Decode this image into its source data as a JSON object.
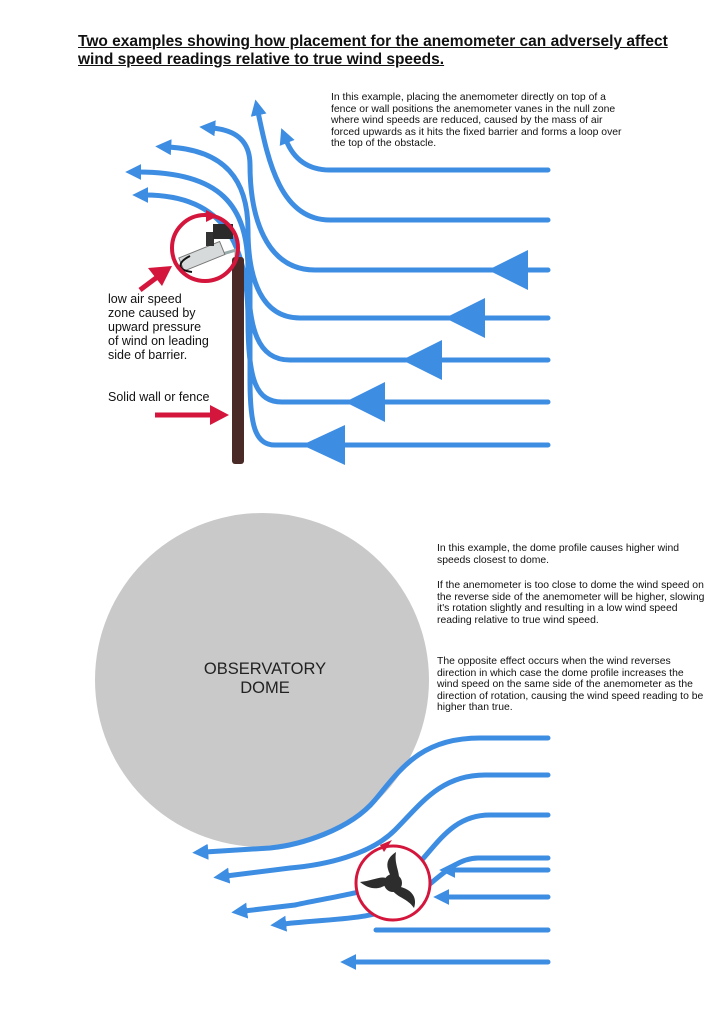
{
  "title": "Two examples showing how placement for the anemometer can adversely affect wind speed readings relative to true wind speeds.",
  "example1": {
    "description": "In this example, placing the anemometer directly on top of a fence or wall positions the anemometer vanes in the null zone where wind speeds are reduced, caused by the mass of air forced upwards as it hits the fixed barrier and forms a loop over the top of the obstacle.",
    "low_speed_label": "low air speed\nzone caused by\nupward pressure\nof wind on leading\nside of barrier.",
    "wall_label": "Solid wall or fence"
  },
  "example2": {
    "dome_label": "OBSERVATORY\nDOME",
    "paragraph1": "In this example, the dome profile causes higher wind speeds closest to dome.",
    "paragraph2": "If the anemometer is too close to dome the wind speed on the reverse side of the anemometer will be higher, slowing it's rotation slightly and resulting in a low wind speed reading relative to true wind speed.",
    "paragraph3": "The opposite effect occurs when the wind reverses direction in which case the dome profile increases the wind speed on the same side of the anemometer as the direction of rotation, causing the wind speed reading to be higher than true."
  },
  "colors": {
    "wind": "#3d8de3",
    "highlight": "#d4163c",
    "dome": "#c9c9c9",
    "wall": "#4a2a26",
    "text": "#111111"
  }
}
